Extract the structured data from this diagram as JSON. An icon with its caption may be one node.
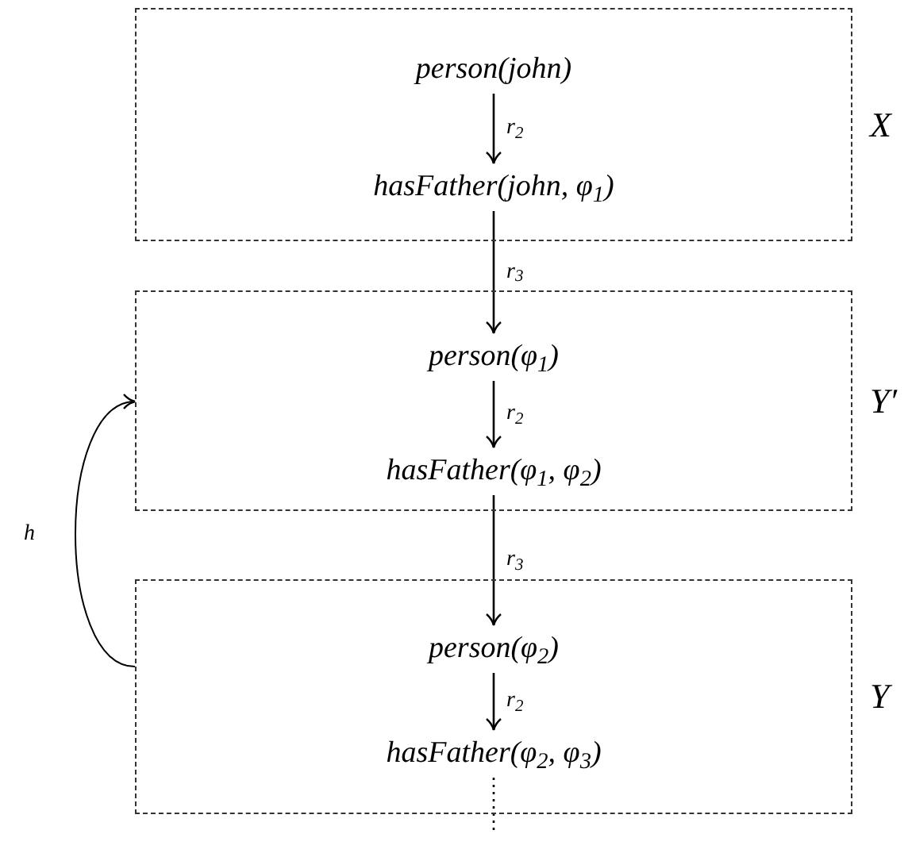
{
  "diagram": {
    "nodes": [
      {
        "text": [],
        "shape": "box",
        "beside": [
          "X"
        ]
      },
      {
        "text": [
          "person(john)"
        ],
        "in": 0
      },
      {
        "text": [
          "hasFather(john, φ$_{1}$)"
        ],
        "in": 0
      },
      {
        "text": [],
        "shape": "box",
        "beside": [
          "Y′"
        ]
      },
      {
        "text": [
          "person(φ$_{1}$)"
        ],
        "in": 3
      },
      {
        "text": [
          "hasFather(φ$_{1}$, φ$_{2}$)"
        ],
        "in": 3
      },
      {
        "text": [],
        "shape": "box",
        "beside": [
          "Y"
        ]
      },
      {
        "text": [
          "person(φ$_{2}$)"
        ],
        "in": 6
      },
      {
        "text": [
          "hasFather(φ$_{2}$, φ$_{3}$)"
        ],
        "in": 6
      }
    ],
    "edges": [
      {
        "from": 1,
        "to": 2,
        "arrow": "to",
        "label": "r$_{2}$"
      },
      {
        "from": 2,
        "to": 4,
        "arrow": "to",
        "label": "r$_{3}$"
      },
      {
        "from": 4,
        "to": 5,
        "arrow": "to",
        "label": "r$_{2}$"
      },
      {
        "from": 5,
        "to": 7,
        "arrow": "to",
        "label": "r$_{3}$"
      },
      {
        "from": 7,
        "to": 8,
        "arrow": "to",
        "label": "r$_{2}$"
      },
      {
        "from": 6,
        "to": 3,
        "arrow": "to",
        "label": "h"
      },
      {
        "from": 8,
        "to": null,
        "arrow": "none",
        "style": "dashed"
      }
    ]
  }
}
